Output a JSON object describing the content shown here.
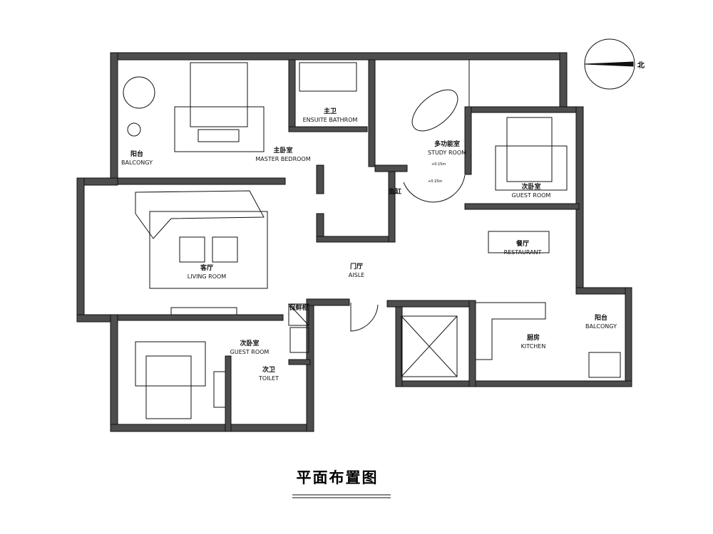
{
  "title": "平面布置图",
  "north_label": "北",
  "rooms": {
    "balcony_nw": {
      "cn": "阳台",
      "en": "BALCONGY"
    },
    "master_bedroom": {
      "cn": "主卧室",
      "en": "MASTER BEDROOM"
    },
    "ensuite": {
      "cn": "主卫",
      "en": "ENSUITE BATHROM"
    },
    "study": {
      "cn": "多功能室",
      "en": "STUDY ROOM"
    },
    "guest_ne": {
      "cn": "次卧室",
      "en": "GUEST ROOM"
    },
    "fish_tank": {
      "cn": "鱼缸"
    },
    "living": {
      "cn": "客厅",
      "en": "LIVING ROOM"
    },
    "aisle": {
      "cn": "门厅",
      "en": "AISLE"
    },
    "restaurant": {
      "cn": "餐厅",
      "en": "RESTAURANT"
    },
    "kitchen": {
      "cn": "厨房",
      "en": "KITCHEN"
    },
    "balcony_se": {
      "cn": "阳台",
      "en": "BALCONGY"
    },
    "fridge": {
      "cn": "保鲜柜"
    },
    "guest_sw": {
      "cn": "次卧室",
      "en": "GUEST ROOM"
    },
    "toilet": {
      "cn": "次卫",
      "en": "TOILET"
    }
  },
  "levels": [
    "+0.15m",
    "+0.15m"
  ],
  "colors": {
    "wall": "#4d4d4d",
    "line": "#111111"
  }
}
